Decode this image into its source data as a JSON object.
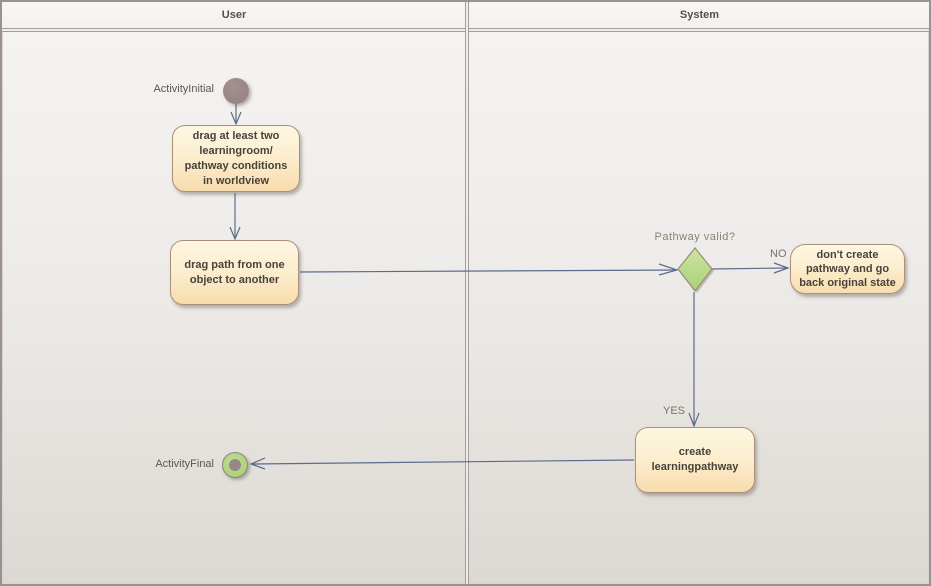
{
  "diagram": {
    "lanes": [
      {
        "label": "User"
      },
      {
        "label": "System"
      }
    ],
    "nodes": {
      "initial": {
        "label": "ActivityInitial",
        "shape": "initial-node"
      },
      "action_drag_conditions": {
        "text": "drag at least two\nlearningroom/\npathway conditions\nin worldview"
      },
      "action_drag_path": {
        "text": "drag path from one\nobject to another"
      },
      "decision": {
        "label": "Pathway valid?",
        "shape": "decision-diamond"
      },
      "action_dont_create": {
        "text": "don't create\npathway and go\nback original state"
      },
      "action_create": {
        "text": "create\nlearningpathway"
      },
      "final": {
        "label": "ActivityFinal",
        "shape": "final-node"
      }
    },
    "edge_labels": {
      "no": "NO",
      "yes": "YES"
    },
    "colors": {
      "action_fill_top": "#fdf6e1",
      "action_fill_bottom": "#f8dcae",
      "action_border": "#aa907b",
      "decision_fill_top": "#cde5a4",
      "decision_fill_bottom": "#a9cf77",
      "decision_border": "#9a8a78",
      "initial_fill": "#9a8686",
      "final_ring_fill": "#b0d481",
      "connector": "#5b6b8a",
      "lane_border": "#a79c9c",
      "background_top": "#f5f4f2",
      "background_bottom": "#dcd8d3"
    }
  }
}
